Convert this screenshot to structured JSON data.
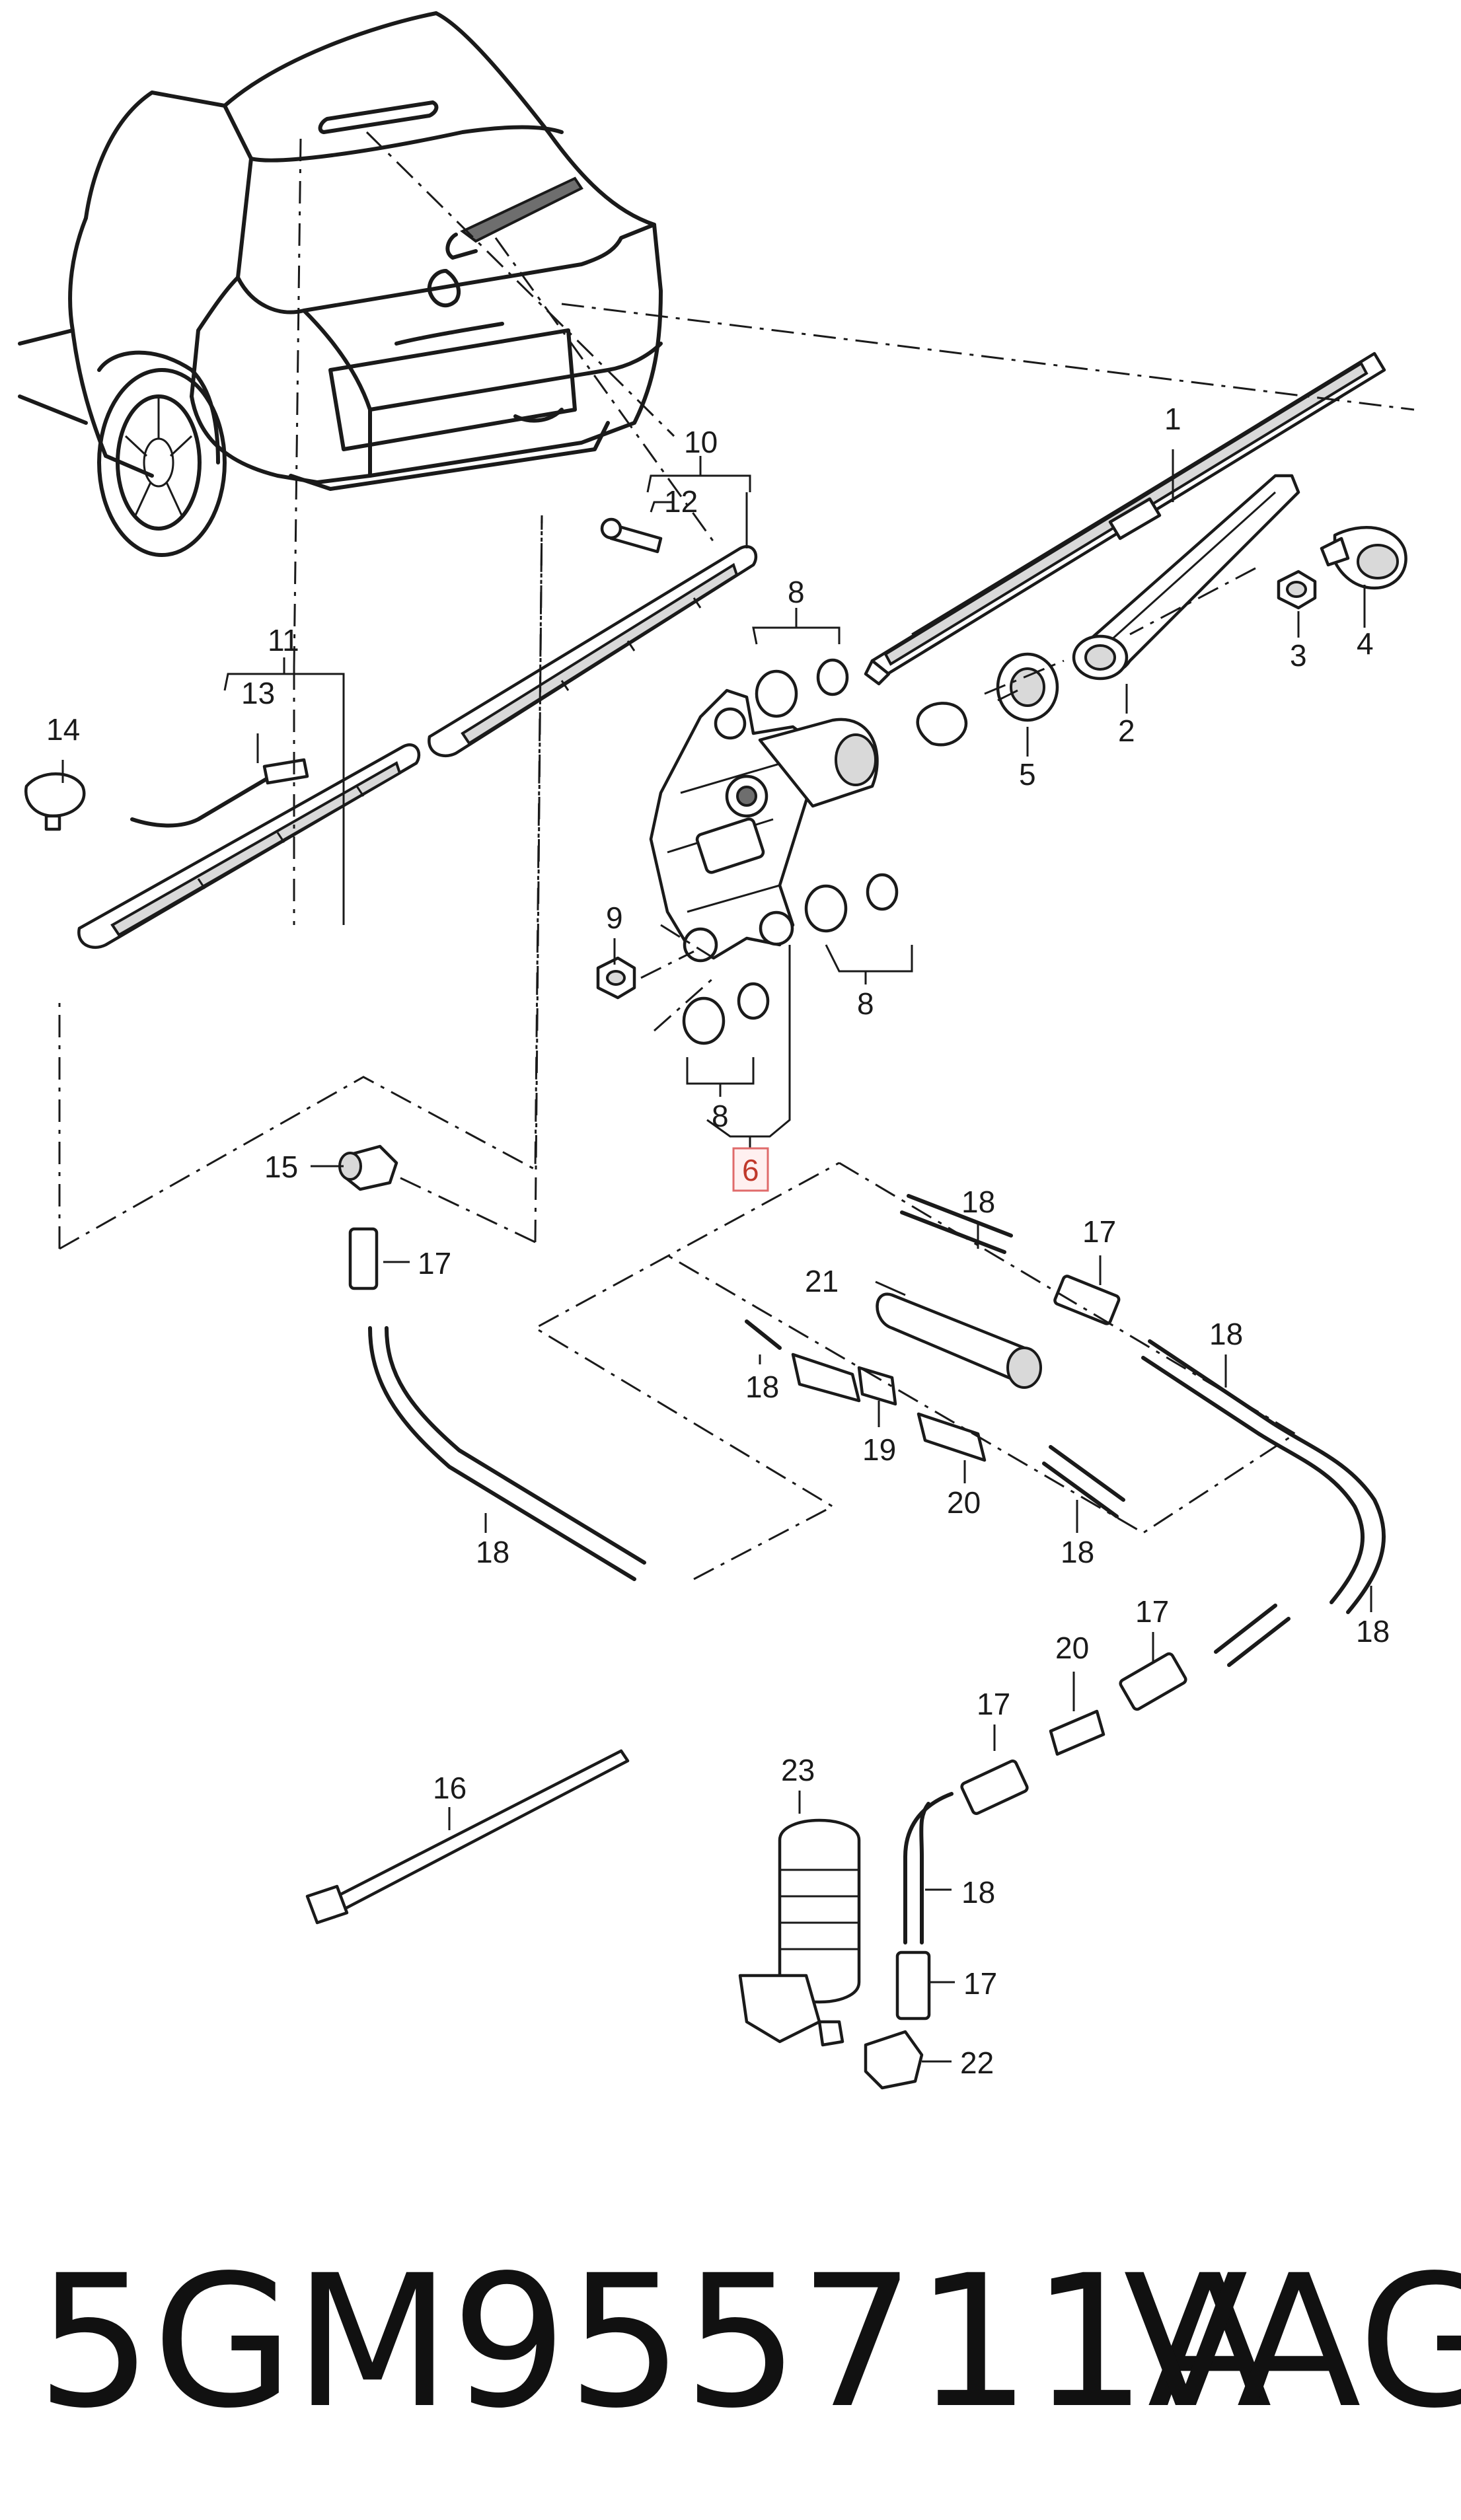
{
  "diagram": {
    "callouts": [
      {
        "id": "c1",
        "text": "1"
      },
      {
        "id": "c2",
        "text": "2"
      },
      {
        "id": "c3",
        "text": "3"
      },
      {
        "id": "c4",
        "text": "4"
      },
      {
        "id": "c5",
        "text": "5"
      },
      {
        "id": "c6",
        "text": "6",
        "highlighted": true
      },
      {
        "id": "c8a",
        "text": "8"
      },
      {
        "id": "c8b",
        "text": "8"
      },
      {
        "id": "c8c",
        "text": "8"
      },
      {
        "id": "c9",
        "text": "9"
      },
      {
        "id": "c10",
        "text": "10"
      },
      {
        "id": "c11",
        "text": "11"
      },
      {
        "id": "c12",
        "text": "12"
      },
      {
        "id": "c13",
        "text": "13"
      },
      {
        "id": "c14",
        "text": "14"
      },
      {
        "id": "c15",
        "text": "15"
      },
      {
        "id": "c16",
        "text": "16"
      },
      {
        "id": "c17a",
        "text": "17"
      },
      {
        "id": "c17b",
        "text": "17"
      },
      {
        "id": "c17c",
        "text": "17"
      },
      {
        "id": "c17d",
        "text": "17"
      },
      {
        "id": "c17e",
        "text": "17"
      },
      {
        "id": "c18a",
        "text": "18"
      },
      {
        "id": "c18b",
        "text": "18"
      },
      {
        "id": "c18c",
        "text": "18"
      },
      {
        "id": "c18d",
        "text": "18"
      },
      {
        "id": "c18e",
        "text": "18"
      },
      {
        "id": "c18f",
        "text": "18"
      },
      {
        "id": "c18g",
        "text": "18"
      },
      {
        "id": "c19",
        "text": "19"
      },
      {
        "id": "c20a",
        "text": "20"
      },
      {
        "id": "c20b",
        "text": "20"
      },
      {
        "id": "c21",
        "text": "21"
      },
      {
        "id": "c22",
        "text": "22"
      },
      {
        "id": "c23",
        "text": "23"
      }
    ],
    "highlight_color": "#e06b6b"
  },
  "footer": {
    "part_number": "5GM955711A",
    "brand": "VAG"
  }
}
